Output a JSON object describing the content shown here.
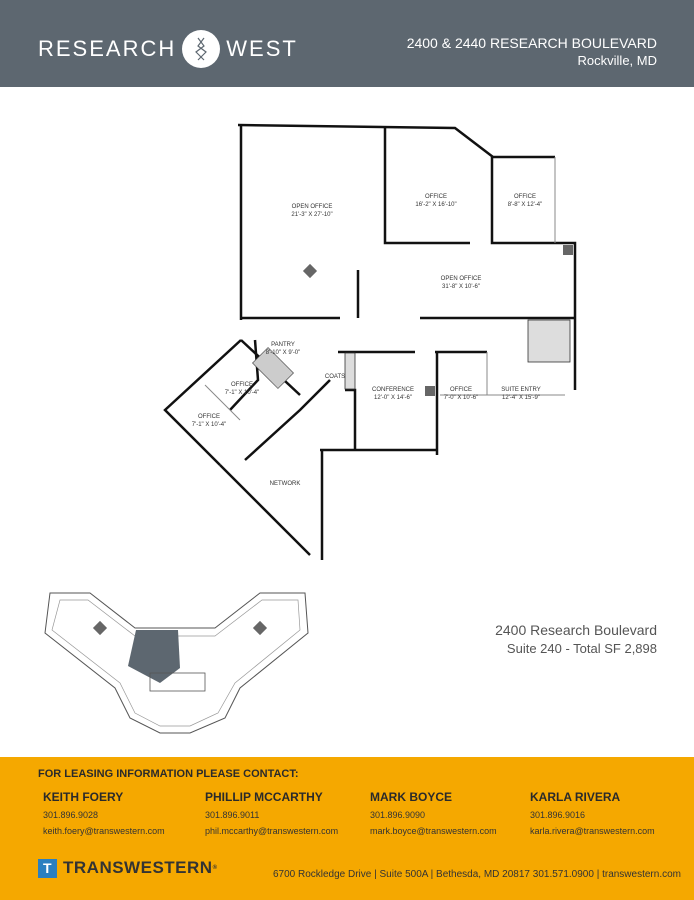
{
  "header": {
    "logo_left": "RESEARCH",
    "logo_right": "WEST",
    "address_line": "2400 & 2440 RESEARCH BOULEVARD",
    "city": "Rockville, MD"
  },
  "floor_plan": {
    "rooms": [
      {
        "name": "OPEN OFFICE",
        "dims": "21'-3\" X 27'-10\""
      },
      {
        "name": "OFFICE",
        "dims": "16'-2\" X 16'-10\""
      },
      {
        "name": "OFFICE",
        "dims": "8'-8\" X 12'-4\""
      },
      {
        "name": "OPEN OFFICE",
        "dims": "31'-8\" X 10'-6\""
      },
      {
        "name": "PANTRY",
        "dims": "8'-10\" X 9'-0\""
      },
      {
        "name": "OFFICE",
        "dims": "7'-1\" X 10'-4\""
      },
      {
        "name": "OFFICE",
        "dims": "7'-1\" X 10'-4\""
      },
      {
        "name": "COATS",
        "dims": ""
      },
      {
        "name": "CONFERENCE",
        "dims": "12'-0\" X 14'-6\""
      },
      {
        "name": "OFFICE",
        "dims": "7'-0\" X 10'-6\""
      },
      {
        "name": "SUITE ENTRY",
        "dims": "12'-4\" X 15'-9\""
      },
      {
        "name": "NETWORK",
        "dims": ""
      }
    ]
  },
  "suite_info": {
    "building": "2400 Research Boulevard",
    "suite": "Suite 240 - Total SF 2,898"
  },
  "footer": {
    "title": "FOR LEASING INFORMATION PLEASE CONTACT:",
    "contacts": [
      {
        "name": "KEITH FOERY",
        "phone": "301.896.9028",
        "email": "keith.foery@transwestern.com"
      },
      {
        "name": "PHILLIP MCCARTHY",
        "phone": "301.896.9011",
        "email": "phil.mccarthy@transwestern.com"
      },
      {
        "name": "MARK BOYCE",
        "phone": "301.896.9090",
        "email": "mark.boyce@transwestern.com"
      },
      {
        "name": "KARLA RIVERA",
        "phone": "301.896.9016",
        "email": "karla.rivera@transwestern.com"
      }
    ],
    "company": "TRANSWESTERN",
    "company_mark": "T",
    "registered": "®",
    "address": "6700 Rockledge Drive | Suite 500A | Bethesda, MD 20817 301.571.0900 | transwestern.com"
  },
  "colors": {
    "header": "#5d6770",
    "footer": "#f5a800",
    "highlight": "#5d6770",
    "logo_blue": "#2a7fc0"
  }
}
